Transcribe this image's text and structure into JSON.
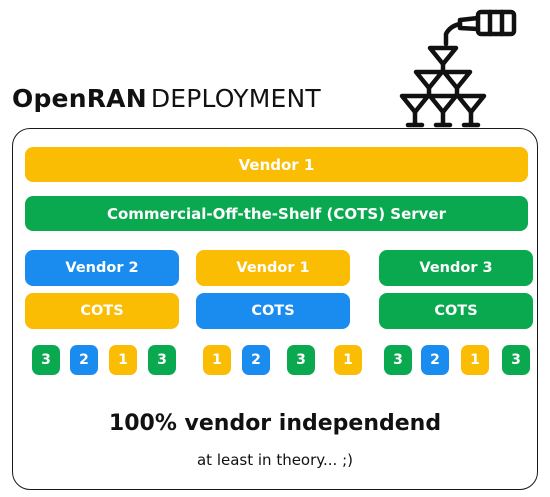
{
  "title": {
    "bold": "OpenRAN",
    "light": "DEPLOYMENT"
  },
  "colors": {
    "yellow": "#FBBC04",
    "green": "#0BA94F",
    "blue": "#1A8CEF"
  },
  "logo_icon": "champagne-tower-icon",
  "top": {
    "vendor_bar": {
      "label": "Vendor 1",
      "color": "yellow"
    },
    "server_bar": {
      "label": "Commercial-Off-the-Shelf (COTS) Server",
      "color": "green"
    }
  },
  "columns": [
    {
      "vendor": {
        "label": "Vendor 2",
        "color": "blue"
      },
      "cots": {
        "label": "COTS",
        "color": "yellow"
      },
      "chips": [
        {
          "label": "3",
          "color": "green"
        },
        {
          "label": "2",
          "color": "blue"
        },
        {
          "label": "1",
          "color": "yellow"
        },
        {
          "label": "3",
          "color": "green"
        }
      ]
    },
    {
      "vendor": {
        "label": "Vendor 1",
        "color": "yellow"
      },
      "cots": {
        "label": "COTS",
        "color": "blue"
      },
      "chips": [
        {
          "label": "1",
          "color": "yellow"
        },
        {
          "label": "2",
          "color": "blue"
        },
        {
          "label": "3",
          "color": "green"
        },
        {
          "label": "1",
          "color": "yellow"
        }
      ]
    },
    {
      "vendor": {
        "label": "Vendor 3",
        "color": "green"
      },
      "cots": {
        "label": "COTS",
        "color": "green"
      },
      "chips": [
        {
          "label": "3",
          "color": "green"
        },
        {
          "label": "2",
          "color": "blue"
        },
        {
          "label": "1",
          "color": "yellow"
        },
        {
          "label": "3",
          "color": "green"
        }
      ]
    }
  ],
  "footer": {
    "main": "100% vendor independend",
    "sub": "at least in theory... ;)"
  }
}
